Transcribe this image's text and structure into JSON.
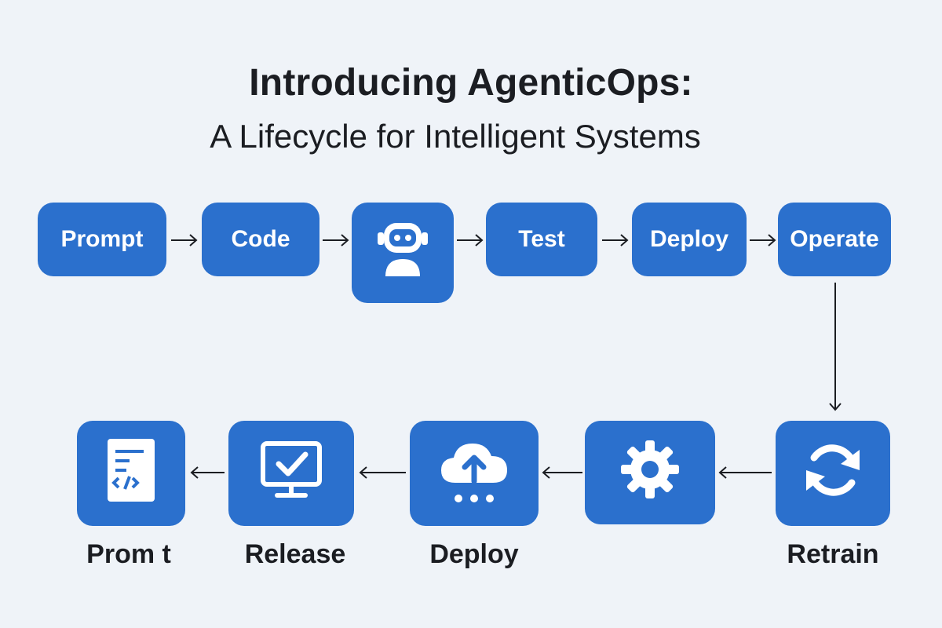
{
  "header": {
    "title": "Introducing AgenticOps:",
    "subtitle": "A Lifecycle for Intelligent Systems"
  },
  "top_row": {
    "steps": [
      {
        "label": "Prompt"
      },
      {
        "label": "Code"
      },
      {
        "label": "",
        "icon": "robot-icon"
      },
      {
        "label": "Test"
      },
      {
        "label": "Deploy"
      },
      {
        "label": "Operate"
      }
    ]
  },
  "bottom_row": {
    "steps": [
      {
        "caption": "Retrain",
        "icon": "refresh-icon"
      },
      {
        "caption": "",
        "icon": "gear-icon"
      },
      {
        "caption": "Deploy",
        "icon": "cloud-upload-icon"
      },
      {
        "caption": "Release",
        "icon": "monitor-check-icon"
      },
      {
        "caption": "Prom t",
        "icon": "document-code-icon"
      }
    ]
  },
  "colors": {
    "box": "#2b70cd",
    "background": "#eff3f8",
    "text": "#1b1d22"
  }
}
